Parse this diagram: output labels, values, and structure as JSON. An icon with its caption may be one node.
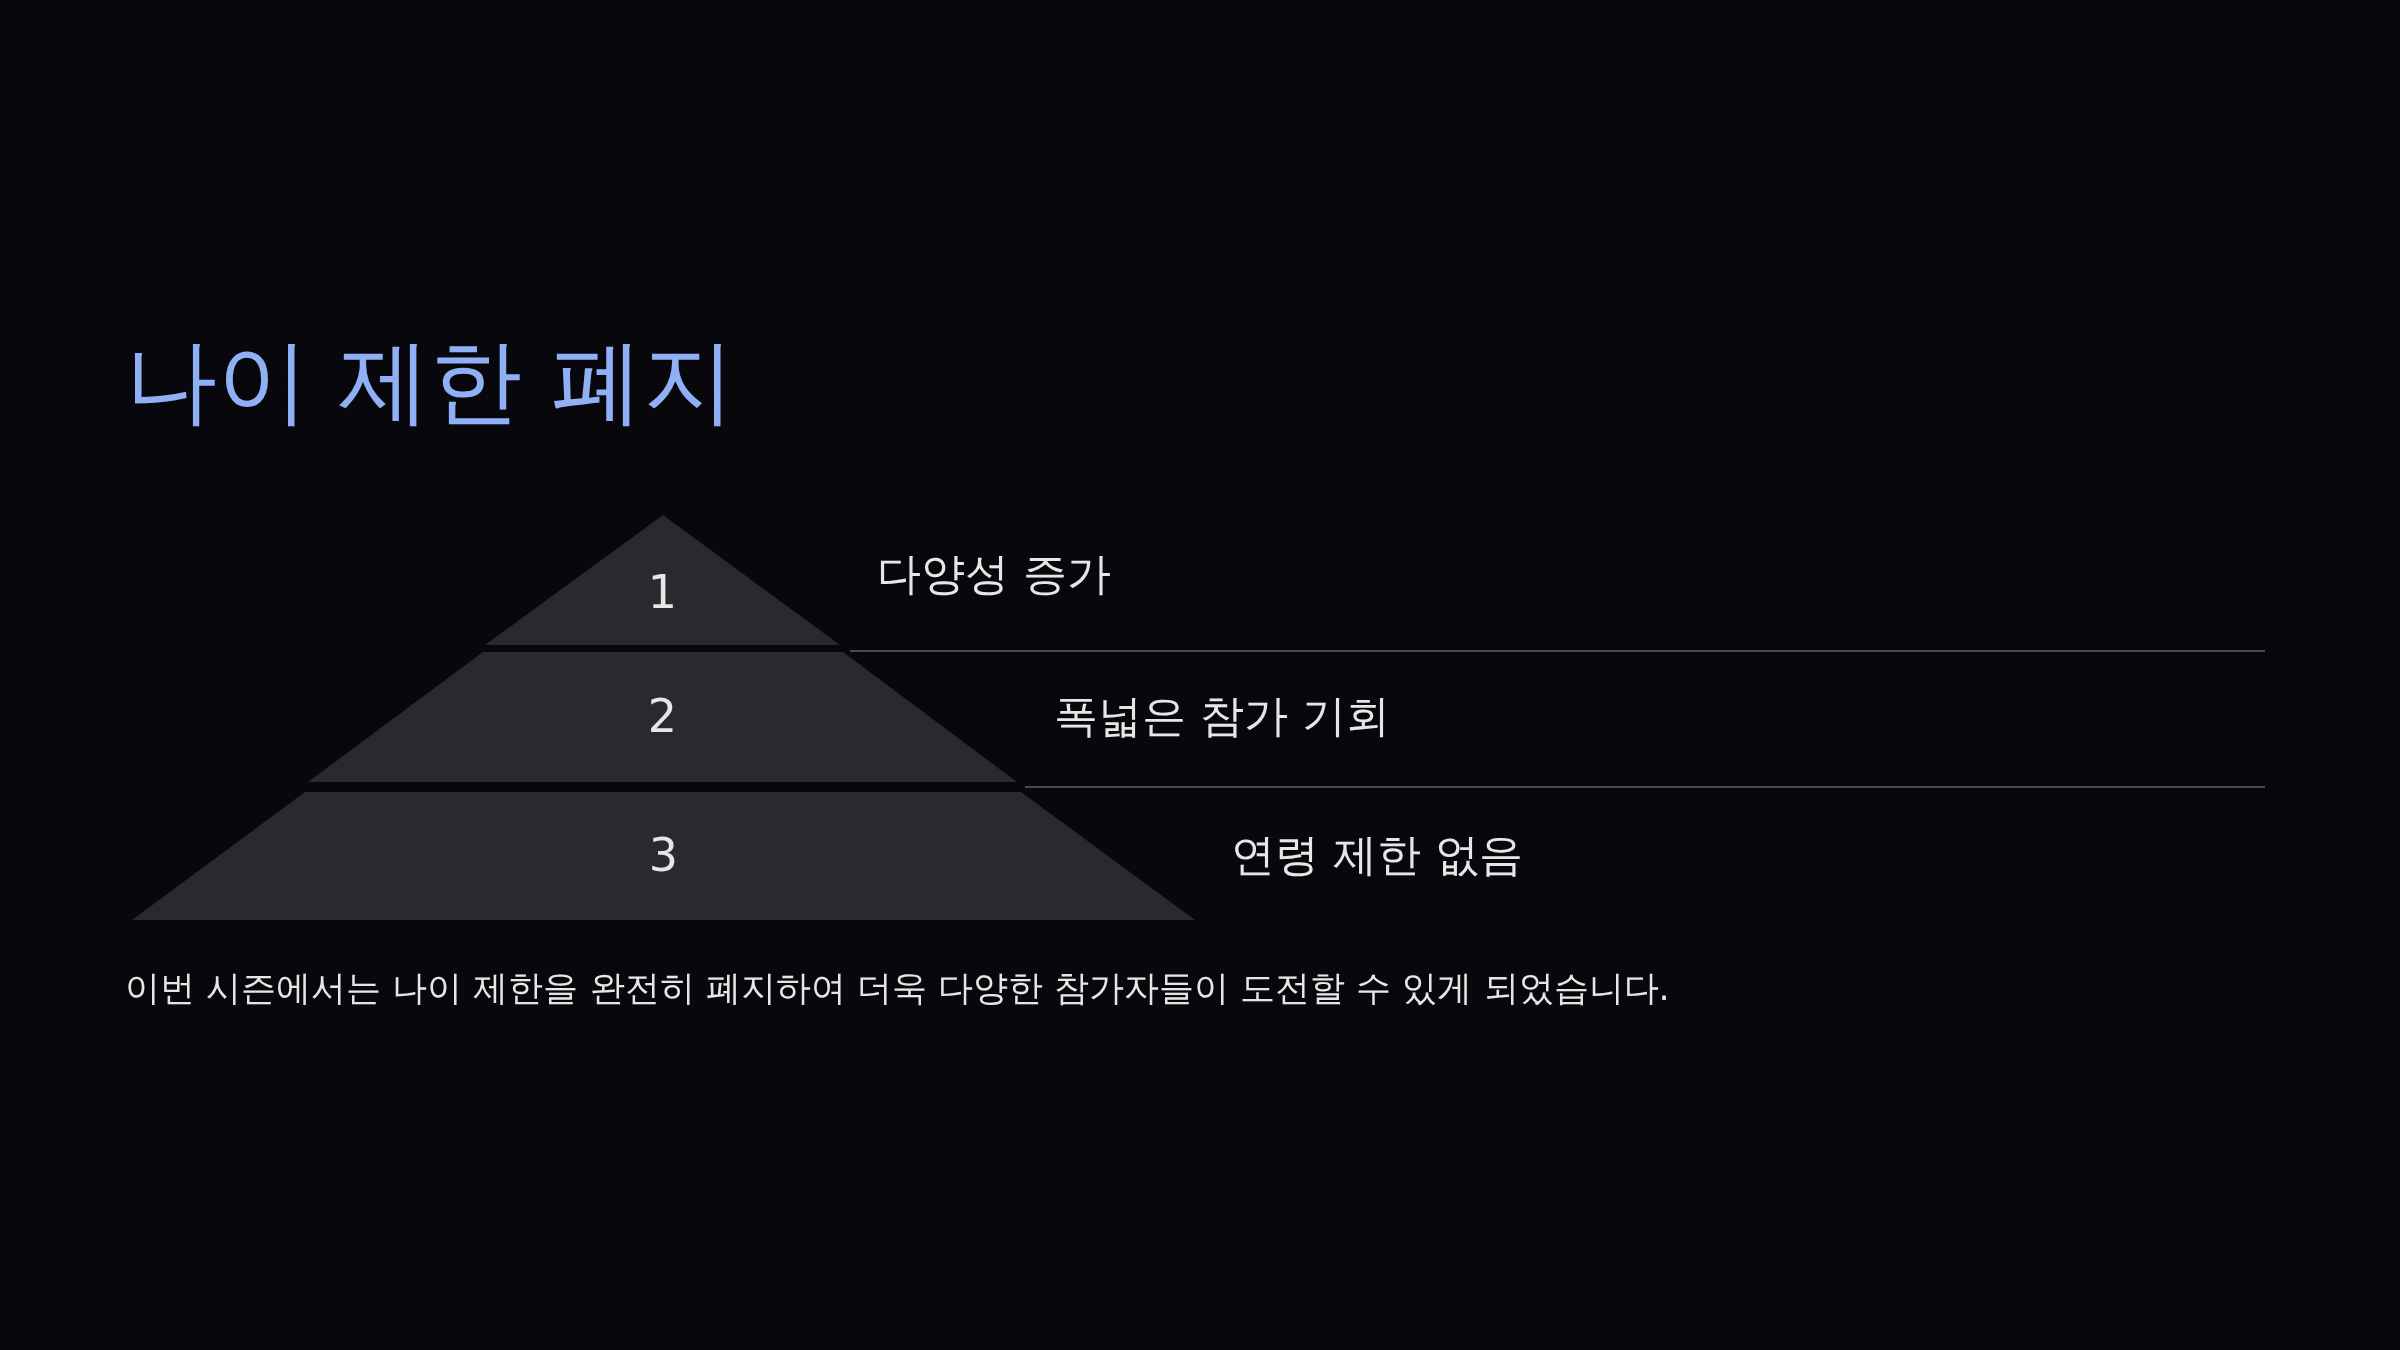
{
  "diagram": {
    "title": "나이 제한 폐지",
    "nodes": [
      {
        "text": [
          "1"
        ],
        "beside": [
          "다양성 증가"
        ]
      },
      {
        "text": [
          "2"
        ],
        "beside": [
          "폭넓은 참가 기회"
        ]
      },
      {
        "text": [
          "3"
        ],
        "beside": [
          "연령 제한 없음"
        ]
      }
    ],
    "edges": [],
    "caption": "이번 시즌에서는 나이 제한을 완전히 폐지하여 더욱 다양한 참가자들이 도전할 수 있게 되었습니다."
  }
}
